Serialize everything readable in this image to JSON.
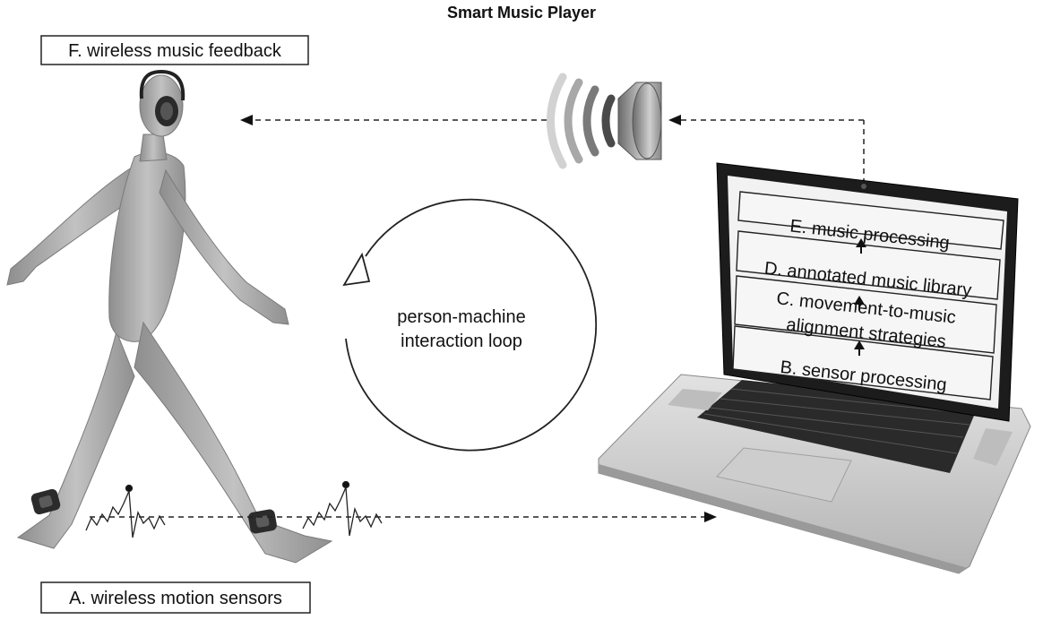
{
  "title": "Smart Music Player",
  "labels": {
    "feedback": "F. wireless music feedback",
    "sensors": "A. wireless motion sensors",
    "loop_line1": "person-machine",
    "loop_line2": "interaction loop"
  },
  "laptop_stack": {
    "music_processing": "E. music processing",
    "annotated_library": "D. annotated music library",
    "alignment_line1": "C. movement-to-music",
    "alignment_line2": "alignment strategies",
    "sensor_processing": "B. sensor processing"
  },
  "icons": [
    "walking-person-figure",
    "headphones-icon",
    "ankle-sensor-icon",
    "motion-signal-icon",
    "speaker-icon",
    "sound-wave-icon",
    "laptop-icon",
    "loop-arrow-icon"
  ],
  "colors": {
    "figure": "#a9a9a9",
    "outline": "#222222",
    "laptop_body": "#cfcfcf",
    "screen_bezel": "#1c1c1c",
    "screen_bg": "#f2f2f2"
  }
}
